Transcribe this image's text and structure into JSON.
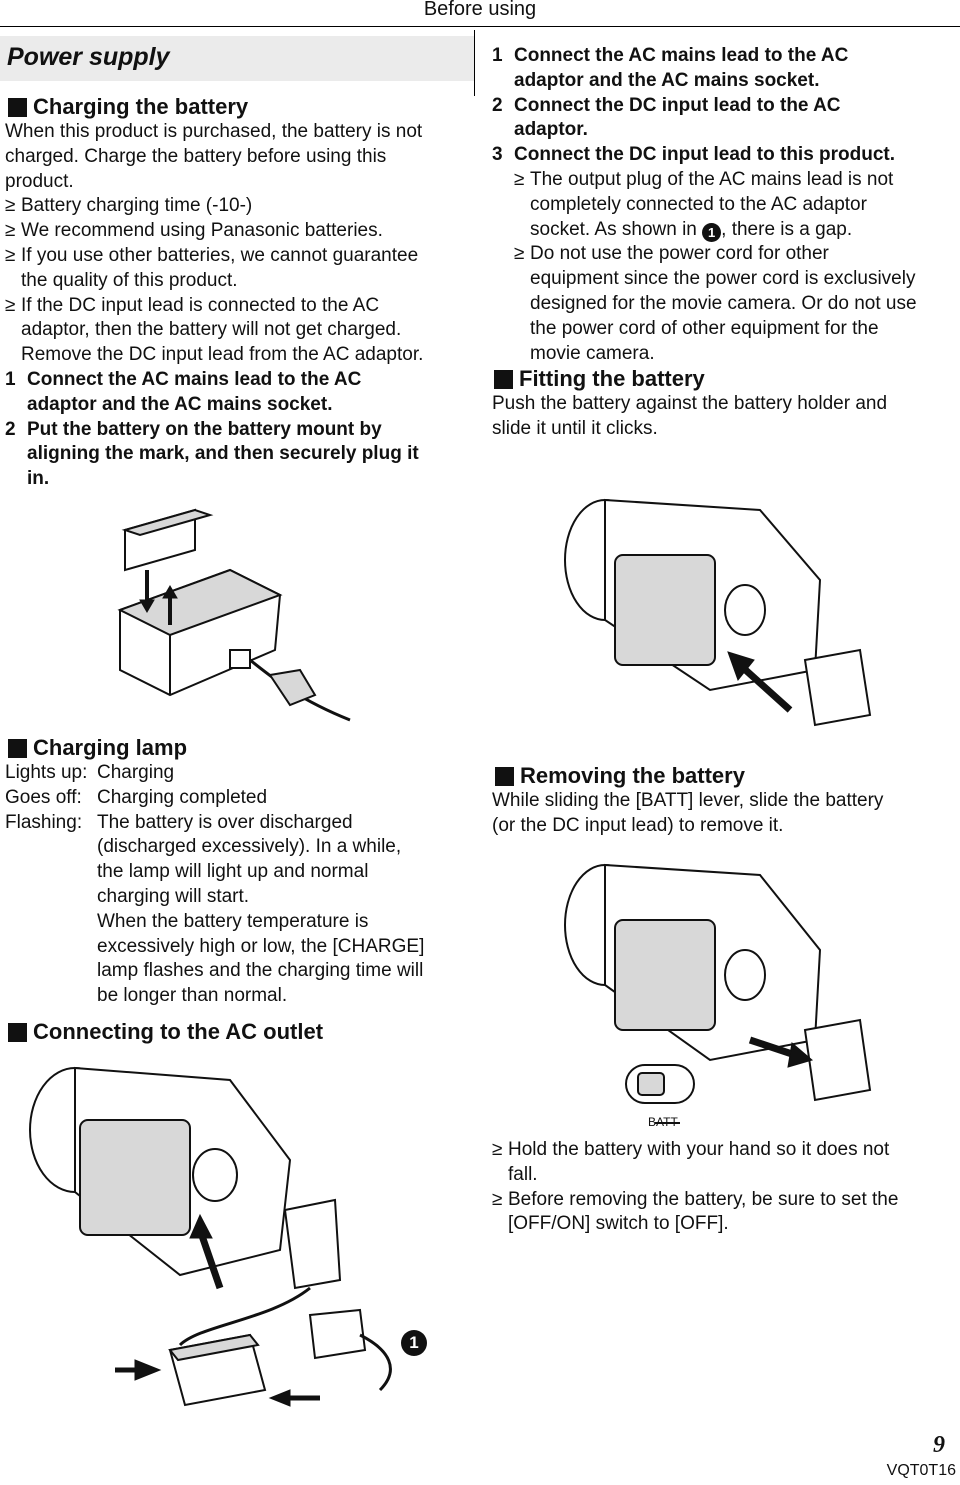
{
  "header": {
    "running_title": "Before using",
    "section_title": "Power supply"
  },
  "charging": {
    "heading": "Charging the battery",
    "intro_1": "When this product is purchased, the battery is not",
    "intro_2": "charged. Charge the battery before using this",
    "intro_3": "product.",
    "bullet_glyph": "≥",
    "b1": "Battery charging time (-10-)",
    "b2": "We recommend using Panasonic batteries.",
    "b3_1": "If you use other batteries, we cannot guarantee",
    "b3_2": "the quality of this product.",
    "b4_1": "If the DC input lead is connected to the AC",
    "b4_2": "adaptor, then the battery will not get charged.",
    "b4_3": "Remove the DC input lead from the AC adaptor.",
    "s1_num": "1",
    "s1_1": "Connect the AC mains lead to the AC",
    "s1_2": "adaptor and the AC mains socket.",
    "s2_num": "2",
    "s2_1": "Put the battery on the battery mount by",
    "s2_2": "aligning the mark, and then securely plug it",
    "s2_3": "in."
  },
  "ac": {
    "s1_num": "1",
    "s1_1": "Connect the AC mains lead to the AC",
    "s1_2": "adaptor and the AC mains socket.",
    "s2_num": "2",
    "s2_1": "Connect the DC input lead to the AC",
    "s2_2": "adaptor.",
    "s3_num": "3",
    "s3_1": "Connect the DC input lead to this product.",
    "b1_1": "The output plug of the AC mains lead is not",
    "b1_2": "completely connected to the AC adaptor",
    "b1_3a": "socket. As shown in ",
    "b1_marker": "1",
    "b1_3b": ", there is a gap.",
    "b2_1": "Do not use the power cord for other",
    "b2_2": "equipment since the power cord is exclusively",
    "b2_3": "designed for the movie camera. Or do not use",
    "b2_4": "the power cord of other equipment for the",
    "b2_5": "movie camera."
  },
  "fitting": {
    "heading": "Fitting the battery",
    "text_1": "Push the battery against the battery holder and",
    "text_2": "slide it until it clicks."
  },
  "lamp": {
    "heading": "Charging lamp",
    "rows": [
      {
        "key": "Lights up:",
        "lines": [
          "Charging"
        ]
      },
      {
        "key": "Goes off:",
        "lines": [
          "Charging completed"
        ]
      },
      {
        "key": "Flashing:",
        "lines": [
          "The battery is over discharged",
          "(discharged excessively). In a while,",
          "the lamp will light up and normal",
          "charging will start.",
          "When the battery temperature is",
          "excessively high or low, the [CHARGE]",
          "lamp flashes and the charging time will",
          "be longer than normal."
        ]
      }
    ]
  },
  "connecting": {
    "heading": "Connecting to the AC outlet"
  },
  "removing": {
    "heading": "Removing the battery",
    "text_1": "While sliding the [BATT] lever, slide the battery",
    "text_2": "(or the DC input lead) to remove it.",
    "batt_label": "BATT",
    "b1_1": "Hold the battery with your hand so it does not",
    "b1_2": "fall.",
    "b2_1": "Before removing the battery, be sure to set the",
    "b2_2": "[OFF/ON] switch to [OFF]."
  },
  "figure": {
    "marker": "1"
  },
  "footer": {
    "page_number": "9",
    "doc_code": "VQT0T16"
  }
}
